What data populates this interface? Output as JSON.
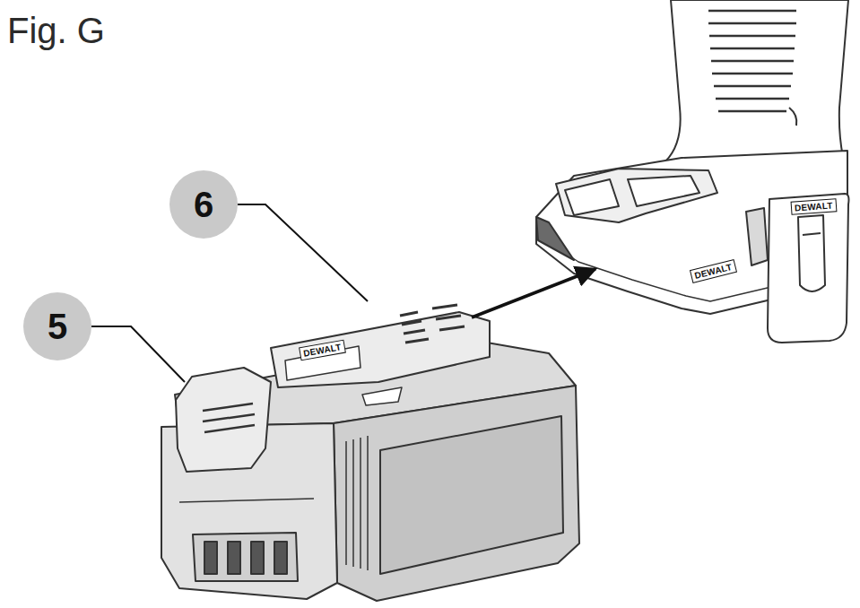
{
  "diagram": {
    "title": "Fig. G",
    "labels": [
      "6",
      "5",
      "DEWALT",
      "DEWALT",
      "DEWALT"
    ]
  }
}
